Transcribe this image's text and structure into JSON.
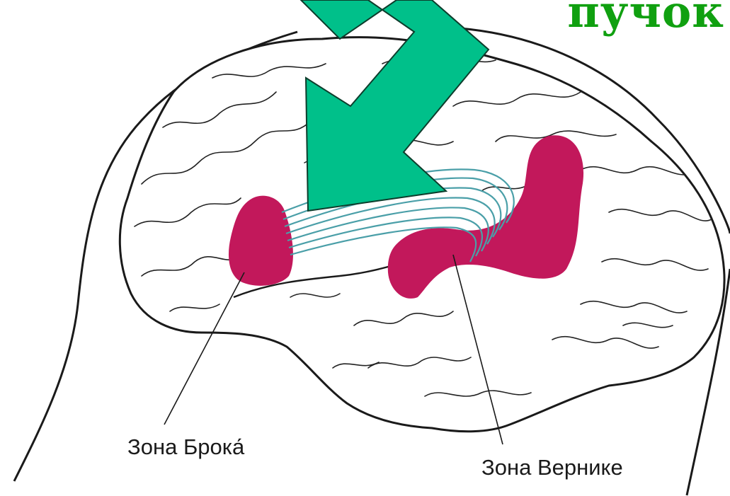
{
  "title": "пучок",
  "labels": {
    "broca": "Зона Брока́",
    "wernicke": "Зона Вернике"
  },
  "colors": {
    "title": "#10a010",
    "arrow": "#00c08a",
    "area": "#c2185b",
    "fasciculus": "#4a9fa8",
    "outline": "#1a1a1a"
  },
  "icons": {
    "arrow": "bent-arrow-icon"
  }
}
